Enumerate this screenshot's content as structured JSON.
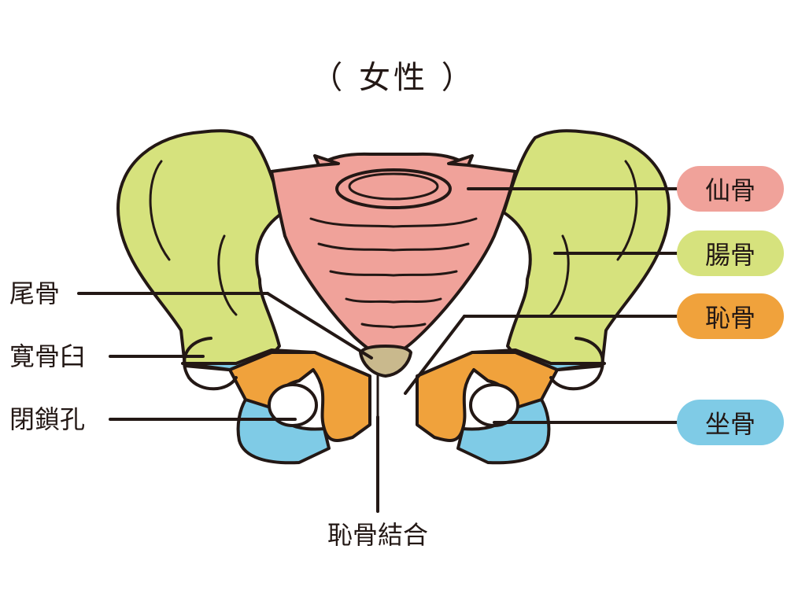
{
  "title": "（ 女性 ）",
  "labels_left": {
    "coccyx": "尾骨",
    "acetabulum": "寛骨臼",
    "obturator_foramen": "閉鎖孔"
  },
  "label_bottom": {
    "pubic_symphysis": "恥骨結合"
  },
  "labels_right": {
    "sacrum": "仙骨",
    "ilium": "腸骨",
    "pubis": "恥骨",
    "ischium": "坐骨"
  },
  "colors": {
    "sacrum": "#f0a29a",
    "ilium": "#d6e27d",
    "pubis": "#f0a23c",
    "ischium": "#7fcbe6",
    "coccyx": "#c9b98d",
    "outline": "#231815"
  }
}
